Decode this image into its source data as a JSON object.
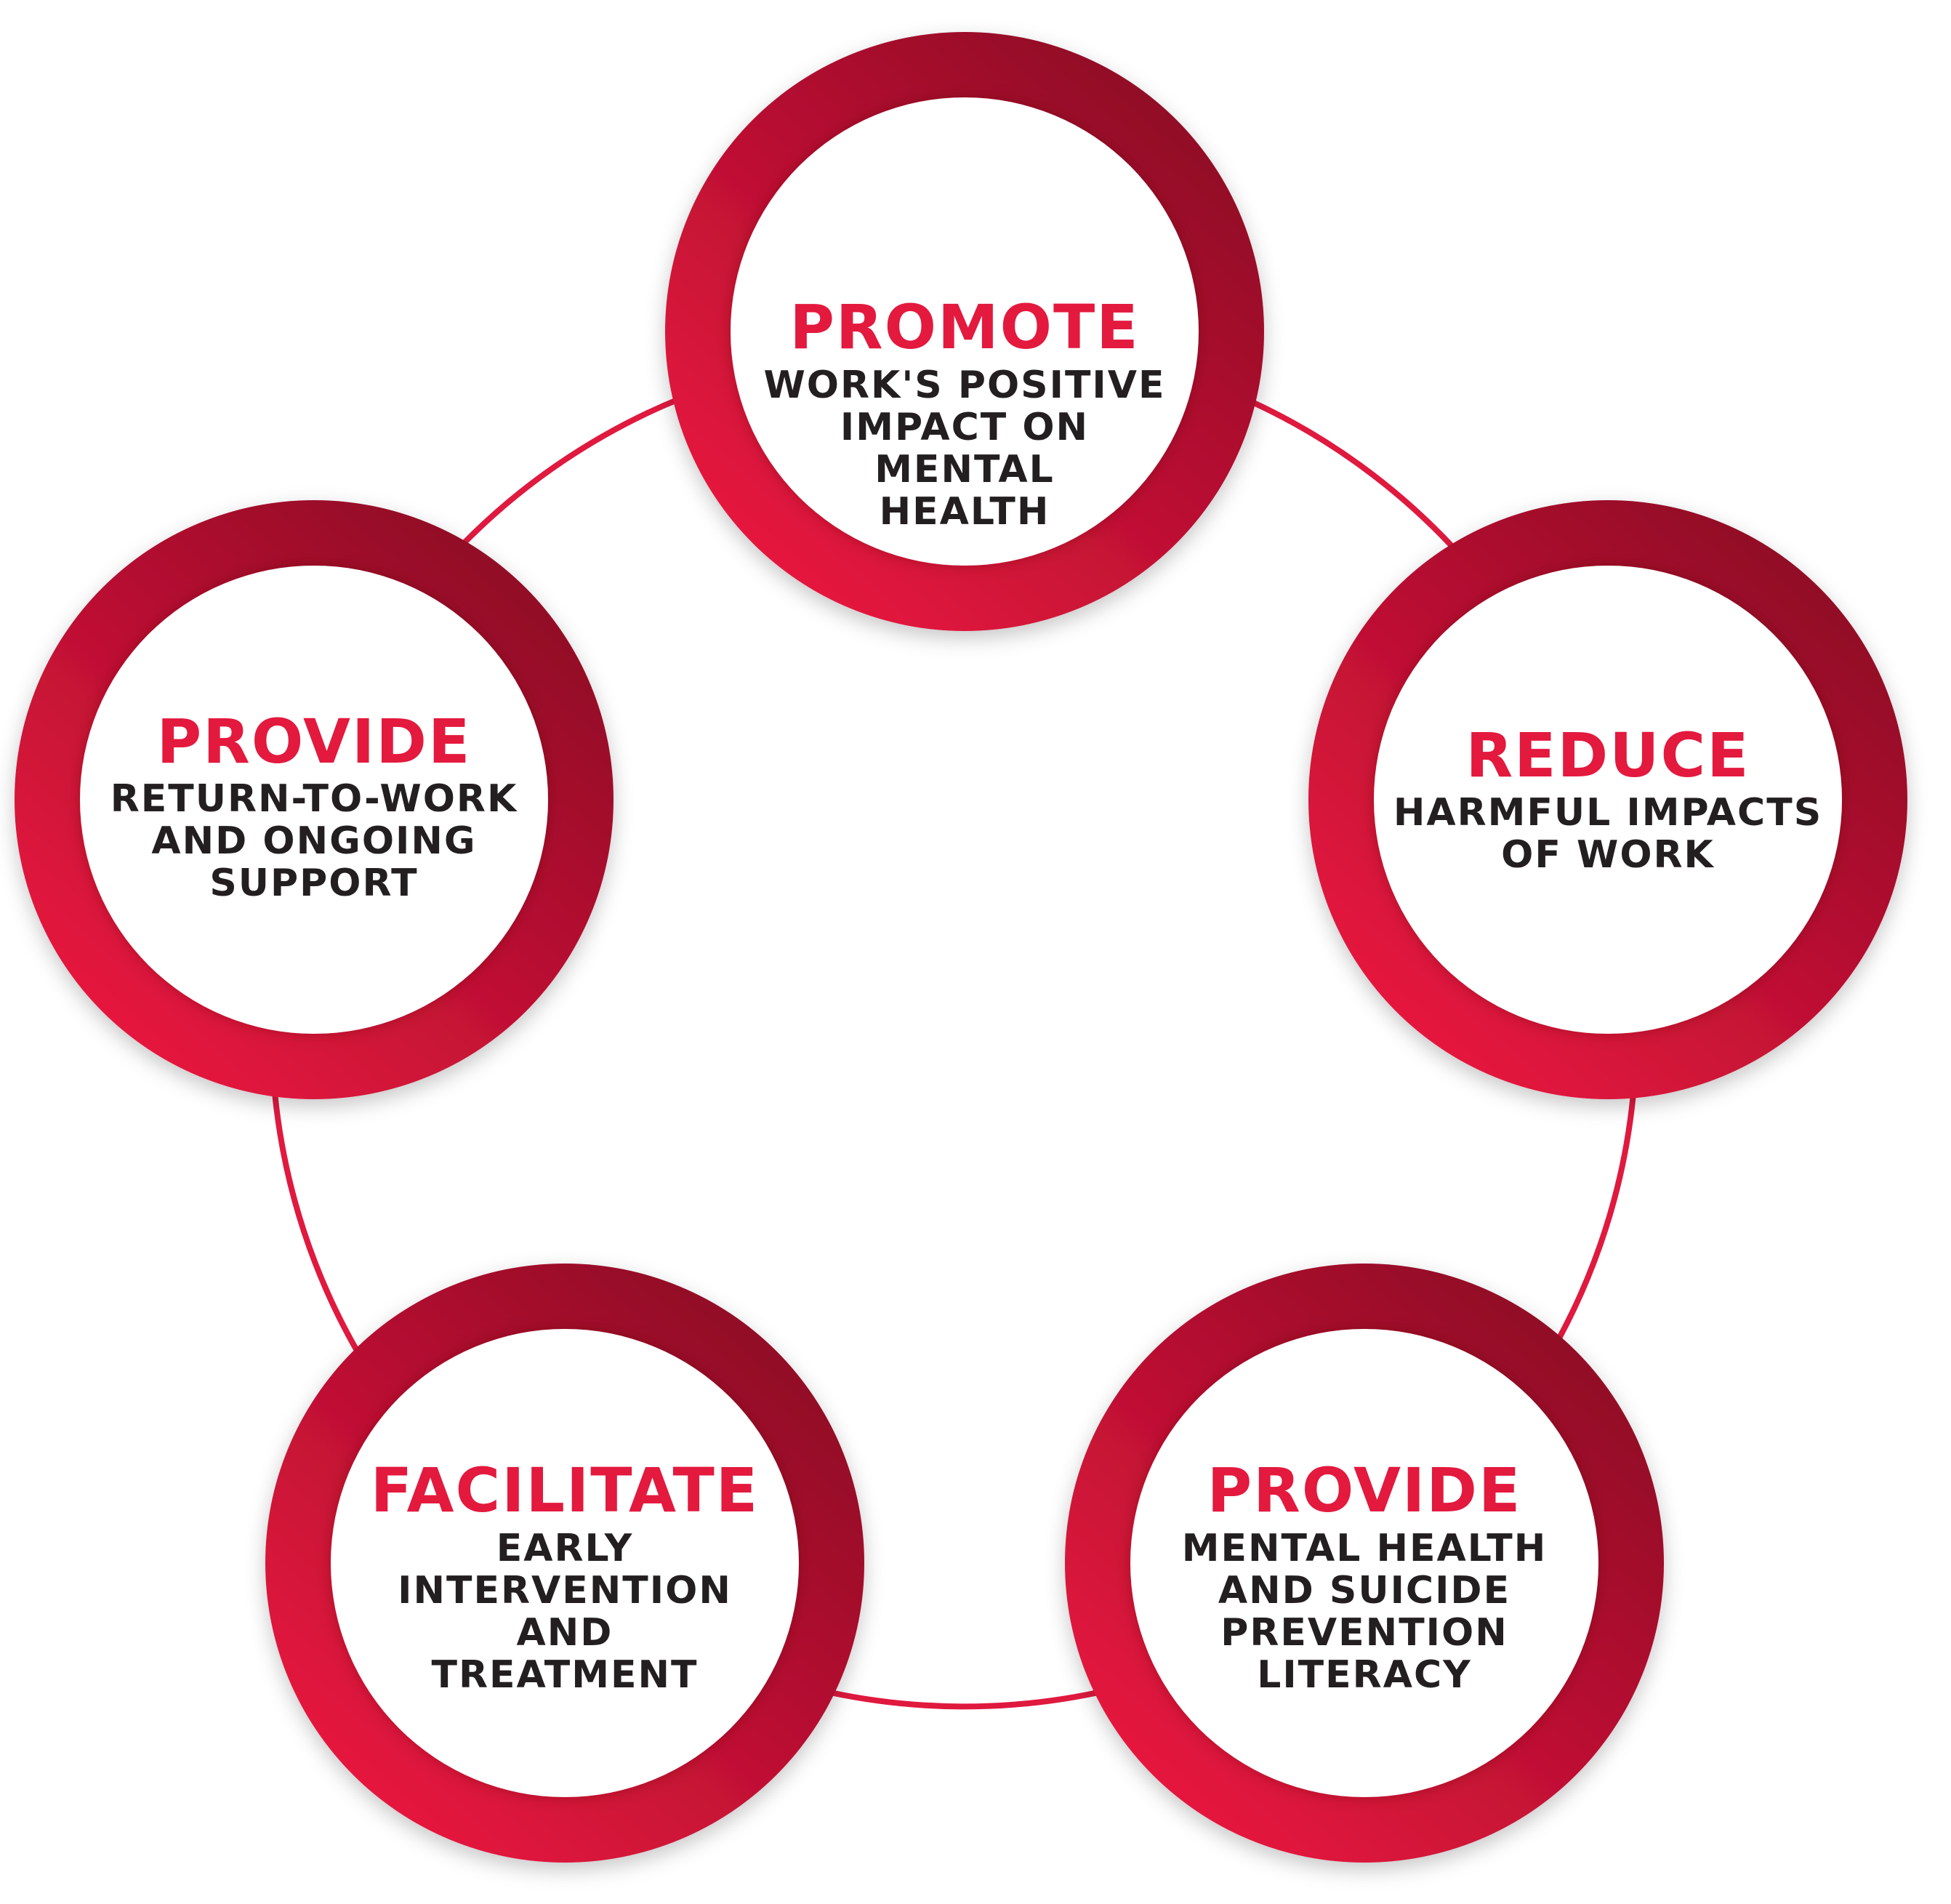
{
  "colors": {
    "ring_dark": "#8f0826",
    "ring_light": "#e8183f",
    "connector": "#e0193f",
    "title_text": "#e3193e",
    "body_text": "#231f20",
    "node_fill": "#ffffff"
  },
  "nodes": [
    {
      "id": "promote",
      "title": "PROMOTE",
      "description": "WORK'S POSITIVE\nIMPACT ON\nMENTAL\nHEALTH"
    },
    {
      "id": "reduce",
      "title": "REDUCE",
      "description": "HARMFUL IMPACTS\nOF WORK"
    },
    {
      "id": "provide-literacy",
      "title": "PROVIDE",
      "description": "MENTAL HEALTH\nAND SUICIDE\nPREVENTION\nLITERACY"
    },
    {
      "id": "facilitate",
      "title": "FACILITATE",
      "description": "EARLY\nINTERVENTION\nAND\nTREATMENT"
    },
    {
      "id": "provide-support",
      "title": "PROVIDE",
      "description": "RETURN-TO-WORK\nAND ONGOING\nSUPPORT"
    }
  ]
}
